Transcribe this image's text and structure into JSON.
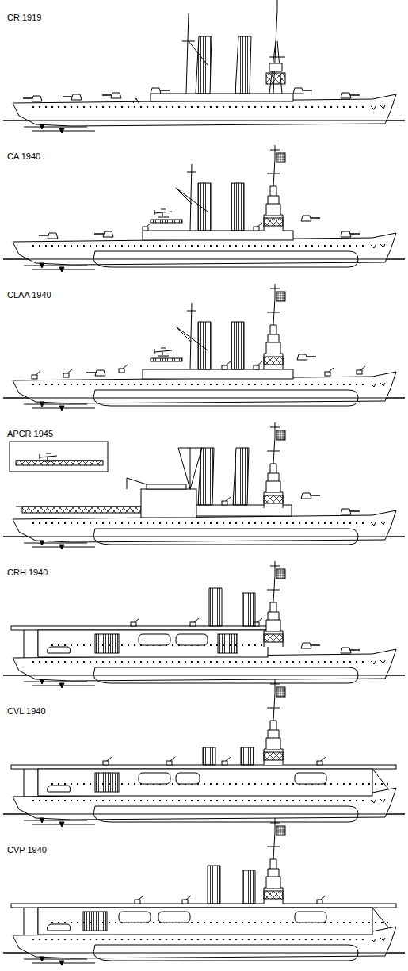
{
  "diagram": {
    "labels": [
      "CR 1919",
      "CA 1940",
      "CLAA 1940",
      "APCR 1945",
      "CRH 1940",
      "CVL 1940",
      "CVP 1940"
    ]
  }
}
